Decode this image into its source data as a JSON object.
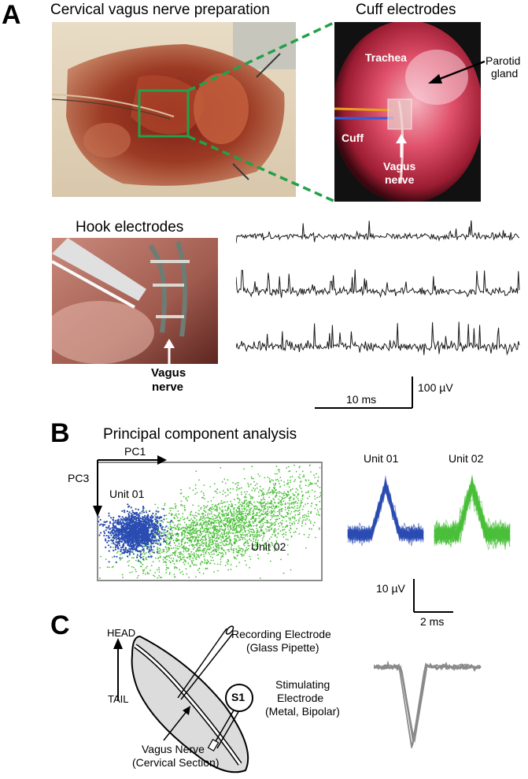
{
  "panel_a": {
    "letter": "A",
    "preparation_title": "Cervical vagus nerve preparation",
    "cuff_title": "Cuff electrodes",
    "cuff_labels": {
      "trachea": "Trachea",
      "parotid_line1": "Parotid",
      "parotid_line2": "gland",
      "cuff": "Cuff",
      "vagus_line1": "Vagus",
      "vagus_line2": "nerve"
    },
    "hook_title": "Hook electrodes",
    "hook_labels": {
      "vagus_line1": "Vagus",
      "vagus_line2": "nerve"
    },
    "scalebar": {
      "time_label": "10 ms",
      "amplitude_label": "100 µV"
    },
    "trace_color": "#1a1a1a"
  },
  "panel_b": {
    "letter": "B",
    "title": "Principal component analysis",
    "axis_x_label": "PC1",
    "axis_y_label": "PC3",
    "units": [
      {
        "name": "Unit 01",
        "color": "#2b4db2"
      },
      {
        "name": "Unit 02",
        "color": "#4bbf3a"
      }
    ],
    "scalebar": {
      "amplitude_label": "10 µV",
      "time_label": "2 ms"
    }
  },
  "panel_c": {
    "letter": "C",
    "head_label": "HEAD",
    "tail_label": "TAIL",
    "recording_line1": "Recording Electrode",
    "recording_line2": "(Glass Pipette)",
    "stim_symbol": "S1",
    "stim_line1": "Stimulating",
    "stim_line2": "Electrode",
    "stim_line3": "(Metal, Bipolar)",
    "vagus_line1": "Vagus Nerve",
    "vagus_line2": "(Cervical Section)",
    "trace_color": "#8a8a8a"
  }
}
